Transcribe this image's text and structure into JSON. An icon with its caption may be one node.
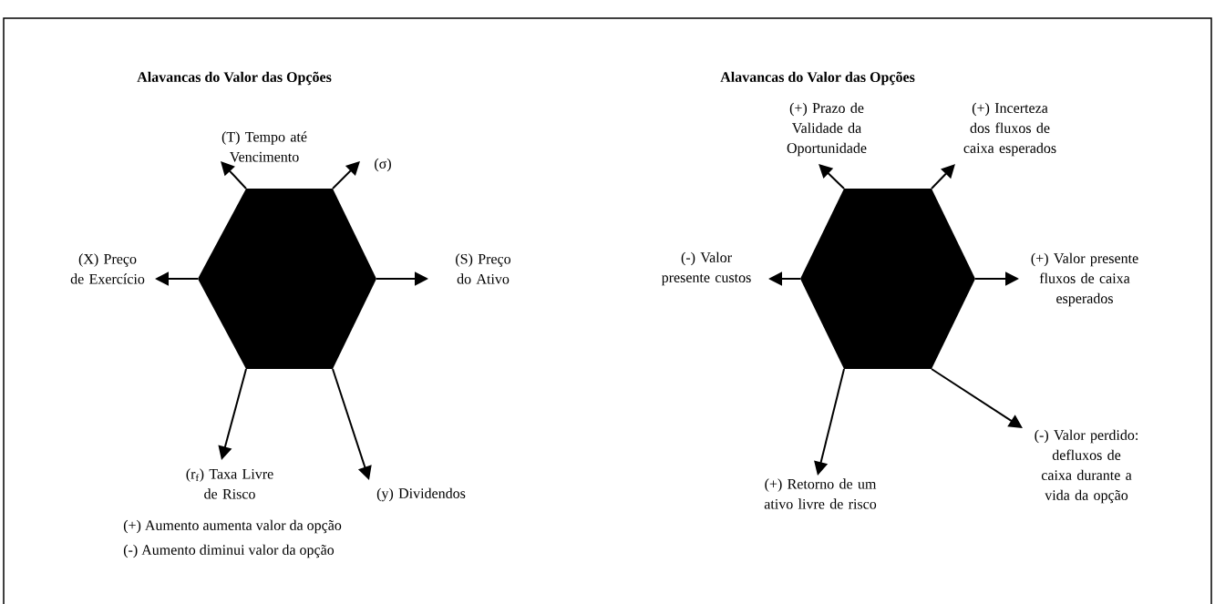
{
  "diagram": {
    "nodes": [
      {
        "text": [],
        "shape": "hexagon"
      },
      {
        "text": [
          "(T) Tempo até Vencimento"
        ]
      },
      {
        "text": [
          "(σ)"
        ]
      },
      {
        "text": [
          "(X) Preço de Exercício"
        ]
      },
      {
        "text": [
          "(S) Preço do Ativo"
        ]
      },
      {
        "text": [
          "(r$_{f}$) Taxa Livre de Risco"
        ]
      },
      {
        "text": [
          "(y) Dividendos"
        ]
      },
      {
        "text": [],
        "shape": "hexagon"
      },
      {
        "text": [
          "(+) Prazo de Validade da Oportunidade"
        ]
      },
      {
        "text": [
          "(+) Incerteza dos fluxos de caixa esperados"
        ]
      },
      {
        "text": [
          "(-) Valor presente custos"
        ]
      },
      {
        "text": [
          "(+) Valor presente fluxos de caixa esperados"
        ]
      },
      {
        "text": [
          "(+) Retorno de um ativo livre de risco"
        ]
      },
      {
        "text": [
          "(-) Valor perdido: defluxos de caixa durante a vida da opção"
        ]
      }
    ],
    "edges": [
      {
        "from": 0,
        "to": 1,
        "arrow": "to"
      },
      {
        "from": 0,
        "to": 2,
        "arrow": "to"
      },
      {
        "from": 0,
        "to": 3,
        "arrow": "to"
      },
      {
        "from": 0,
        "to": 4,
        "arrow": "to"
      },
      {
        "from": 0,
        "to": 5,
        "arrow": "to"
      },
      {
        "from": 0,
        "to": 6,
        "arrow": "to"
      },
      {
        "from": 7,
        "to": 8,
        "arrow": "to"
      },
      {
        "from": 7,
        "to": 9,
        "arrow": "to"
      },
      {
        "from": 7,
        "to": 10,
        "arrow": "to"
      },
      {
        "from": 7,
        "to": 11,
        "arrow": "to"
      },
      {
        "from": 7,
        "to": 12,
        "arrow": "to"
      },
      {
        "from": 7,
        "to": 13,
        "arrow": "to"
      }
    ],
    "labels": [
      "Alavancas do Valor das Opções",
      "Alavancas do Valor das Opções",
      "(+) Aumento aumenta valor da opção",
      "(-) Aumento diminui valor da opção"
    ]
  }
}
